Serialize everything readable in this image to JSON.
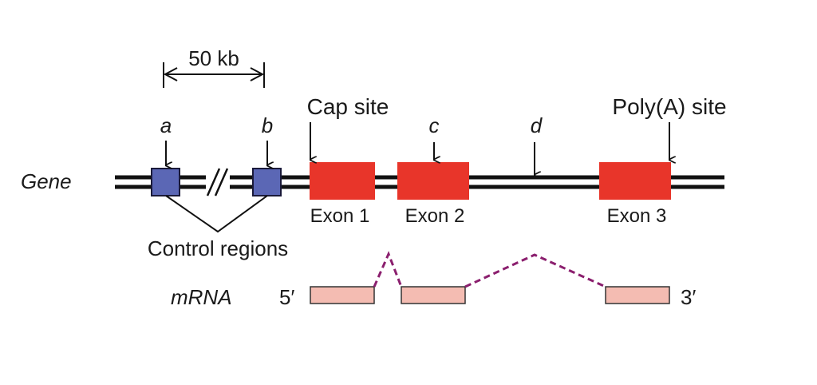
{
  "scale_bar": {
    "label": "50 kb"
  },
  "labels": {
    "gene": "Gene",
    "mrna": "mRNA",
    "cap_site": "Cap site",
    "polya_site": "Poly(A) site",
    "control_regions": "Control regions",
    "five_prime": "5′",
    "three_prime": "3′"
  },
  "markers": {
    "a": "a",
    "b": "b",
    "c": "c",
    "d": "d"
  },
  "exons": [
    {
      "label": "Exon 1"
    },
    {
      "label": "Exon 2"
    },
    {
      "label": "Exon 3"
    }
  ],
  "colors": {
    "exon": "#e8352a",
    "control_region": "#5b67b5",
    "mrna_exon": "#f4bcb2",
    "splice_line": "#8b1f6e",
    "line": "#111111"
  }
}
